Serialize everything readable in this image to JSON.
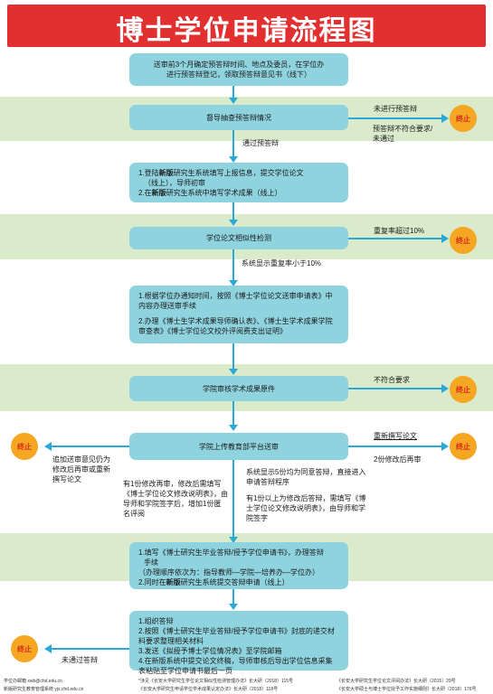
{
  "title": "博士学位申请流程图",
  "steps": {
    "s1": [
      "送审前3个月确定预答辩时间、地点及委员，在学位办",
      "进行预答辩登记，领取预答辩意见书（线下）"
    ],
    "s2": "督导抽查预答辩情况",
    "s3": {
      "l1_pre": "1.登陆",
      "l1_bold": "新版",
      "l1_post": "研究生系统填写上报信息，提交学位论文",
      "l2": "（线上），导师初审",
      "l3_pre": "2.在",
      "l3_bold": "新版",
      "l3_post": "研究生系统中填写学术成果（线上）"
    },
    "s4": "学位论文相似性检测",
    "s5": {
      "p1": "1.根据学位办通知时间，按照《博士学位论文送审申请表》中内容办理送审手续",
      "p2": "2.办理《博士生学术成果导师确认表》、《博士生学术成果学院审查表》《博士学位论文校外评阅费支出证明》"
    },
    "s6": "学院审核学术成果原件",
    "s7": "学院上传教育部平台送审",
    "s8": {
      "l1": "1.填写《博士研究生毕业答辩/授予学位申请书》，办理答辩",
      "l2": "手续",
      "l3": "（办理顺序依次为：指导教师—学院—培养办—学位办）",
      "l4_pre": "2.同时在",
      "l4_bold": "新版",
      "l4_post": "研究生系统提交答辩申请（线上）"
    },
    "s9": [
      "1.组织答辩",
      "2.按照《博士研究生毕业答辩/授予学位申请书》封底的递交材料要求整理相关材料",
      "3.发送《拟授予博士学位情况表》至学院邮箱",
      "4.在新版系统中提交论文终稿，导师审核后导出学位信息采集表粘贴至学位申请书最后一页"
    ]
  },
  "labels": {
    "no_predefense": "未进行预答辩",
    "predefense_fail": [
      "预答辩不符合要求/",
      "未通过"
    ],
    "predefense_pass": "通过预答辩",
    "dup_over": "重复率超过10%",
    "dup_under": "系统显示重复率小于10%",
    "not_qualified": "不符合要求",
    "resubmit": "重新撰写论文",
    "two_fail": "2份修改后再审",
    "left_note": [
      "追加送审意见仍为",
      "修改后再审或重新",
      "撰写论文"
    ],
    "one_revise": "有1份修改再审，修改后需填写《博士学位论文修改说明表》，由导师和学院签字后，增加1份匿名评阅",
    "five_pass": "系统显示5份均为同意答辩，直接进入申请答辩程序",
    "one_plus_revise": "有1份以上为修改后答辩，需填写《博士学位论文修改说明表》，由导师和学院签字",
    "defense_fail": "未通过答辩",
    "end": "终止"
  },
  "footer": {
    "contact1": "学位办邮箱 xwb@chd.edu.cn",
    "contact2": "新版研究生教育管理系统 yjs.chd.edu.cn",
    "ref1": "*涉见《长安大学研究生学位论文相似性检测管理办法》长大研〔2018〕115号",
    "ref2": "《长安大学研究生申请学位学术成果认定办法》长大研〔2018〕118号",
    "ref3": "《长安大学研究生学位论文评阅办法》长大研〔2015〕29号",
    "ref4": "《长安大学硕士与博士学位授予工作实施细则》长大研〔2018〕176号"
  },
  "colors": {
    "title_bg": "#e23030",
    "band": "#d9ebca",
    "box": "#8fd3df",
    "arrow": "#2aa9d8",
    "end_circle": "#f5a623",
    "end_text": "#d62a1c"
  }
}
